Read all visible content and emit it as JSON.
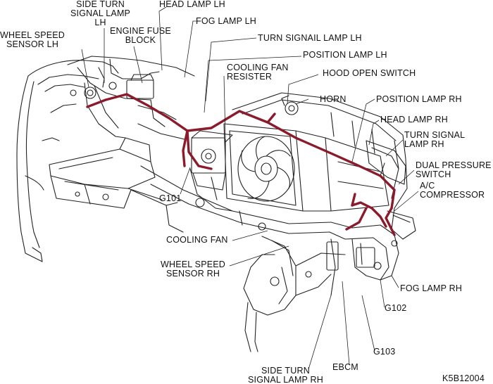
{
  "diagram": {
    "figure_code": "K5B12004",
    "harness_color": "#8b1a2b",
    "line_color": "#222222",
    "labels": {
      "side_turn_signal_lamp_lh": "SIDE TURN\nSIGNAL LAMP\nLH",
      "head_lamp_lh": "HEAD LAMP LH",
      "fog_lamp_lh": "FOG LAMP LH",
      "wheel_speed_sensor_lh": "WHEEL SPEED\nSENSOR LH",
      "engine_fuse_block": "ENGINE FUSE\nBLOCK",
      "turn_signal_lamp_lh": "TURN SIGNAIL LAMP LH",
      "position_lamp_lh": "POSITION LAMP LH",
      "cooling_fan_resister": "COOLING FAN\nRESISTER",
      "hood_open_switch": "HOOD OPEN SWITCH",
      "horn": "HORN",
      "position_lamp_rh": "POSITION LAMP RH",
      "head_lamp_rh": "HEAD LAMP RH",
      "turn_signal_lamp_rh": "TURN SIGNAL\nLAMP RH",
      "dual_pressure_switch": "DUAL PRESSURE\nSWITCH",
      "ac_compressor": "A/C\nCOMPRESSOR",
      "g101": "G101",
      "cooling_fan": "COOLING FAN",
      "wheel_speed_sensor_rh": "WHEEL SPEED\nSENSOR RH",
      "fog_lamp_rh": "FOG LAMP RH",
      "g102": "G102",
      "g103": "G103",
      "side_turn_signal_lamp_rh": "SIDE TURN\nSIGNAL LAMP RH",
      "ebcm": "EBCM"
    }
  }
}
